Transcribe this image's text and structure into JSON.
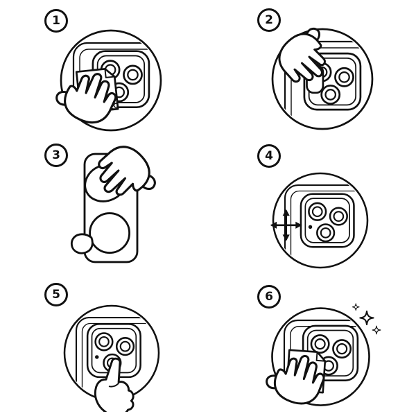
{
  "colors": {
    "background": "#ffffff",
    "line": "#111111"
  },
  "steps": [
    {
      "number": "1",
      "name": "wipe-camera-with-cleaning-cloth"
    },
    {
      "number": "2",
      "name": "peel-and-place-protector"
    },
    {
      "number": "3",
      "name": "press-protector-onto-lens"
    },
    {
      "number": "4",
      "name": "adjust-alignment"
    },
    {
      "number": "5",
      "name": "press-to-secure"
    },
    {
      "number": "6",
      "name": "wipe-clean-finished"
    }
  ]
}
